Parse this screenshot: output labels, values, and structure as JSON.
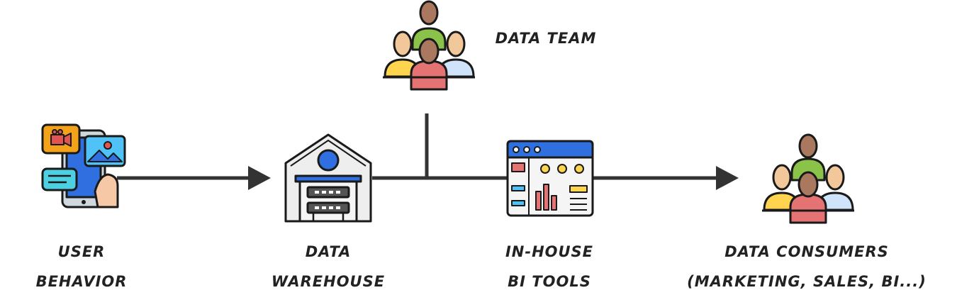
{
  "nodes": {
    "user_behavior": {
      "label_line1": "USER",
      "label_line2": "BEHAVIOR",
      "icon": "phone-media-icon"
    },
    "data_warehouse": {
      "label_line1": "DATA",
      "label_line2": "WAREHOUSE",
      "icon": "warehouse-icon"
    },
    "bi_tools": {
      "label_line1": "IN-HOUSE",
      "label_line2": "BI TOOLS",
      "icon": "dashboard-icon"
    },
    "data_consumers": {
      "label_line1": "DATA CONSUMERS",
      "label_line2": "(MARKETING, SALES, BI...)",
      "icon": "people-group-icon"
    },
    "data_team": {
      "label": "DATA TEAM",
      "icon": "people-group-icon"
    }
  },
  "colors": {
    "line": "#333333",
    "outline": "#1a1a1a",
    "blue": "#2f6fdf",
    "orange": "#f5a21b",
    "red": "#e05454",
    "skin_light": "#f2c89b",
    "skin_dark": "#a9785f",
    "green": "#8bc34a",
    "yellow": "#ffd54f",
    "light_blue": "#cfe3fb",
    "pink": "#e57373"
  }
}
